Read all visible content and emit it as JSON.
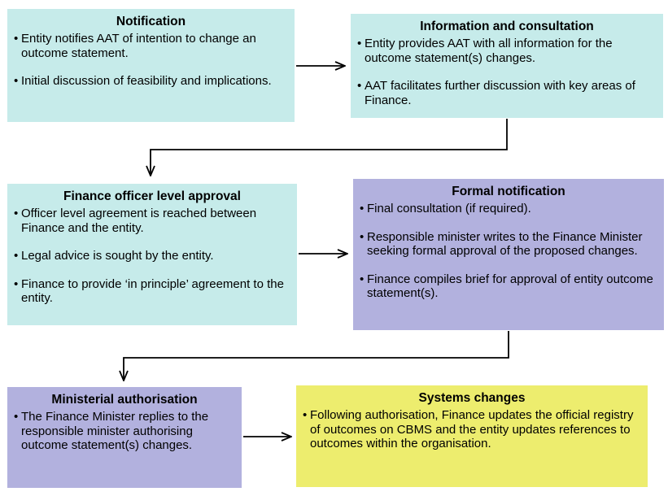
{
  "colors": {
    "teal": "#c6ebea",
    "lavender": "#b2b1de",
    "yellow": "#eded6e",
    "arrow": "#000000"
  },
  "boxes": [
    {
      "id": "notification",
      "title": "Notification",
      "color": "teal",
      "bullets": [
        "Entity notifies AAT of intention to change an outcome statement.",
        "Initial discussion of feasibility and implications."
      ]
    },
    {
      "id": "information-consultation",
      "title": "Information and consultation",
      "color": "teal",
      "bullets": [
        "Entity provides AAT with all information for the outcome statement(s) changes.",
        "AAT facilitates further discussion with key areas of Finance."
      ]
    },
    {
      "id": "finance-officer-approval",
      "title": "Finance officer level approval",
      "color": "teal",
      "bullets": [
        "Officer level agreement is reached between Finance and the entity.",
        "Legal advice is sought by the entity.",
        "Finance to provide ‘in principle’ agreement to the entity."
      ]
    },
    {
      "id": "formal-notification",
      "title": "Formal notification",
      "color": "lavender",
      "bullets": [
        "Final consultation (if required).",
        "Responsible minister writes to the Finance Minister seeking formal approval of the proposed changes.",
        "Finance compiles brief for approval of entity outcome statement(s)."
      ]
    },
    {
      "id": "ministerial-authorisation",
      "title": "Ministerial authorisation",
      "color": "lavender",
      "bullets": [
        "The Finance Minister replies to the responsible minister authorising outcome statement(s) changes."
      ]
    },
    {
      "id": "systems-changes",
      "title": "Systems changes",
      "color": "yellow",
      "bullets": [
        "Following authorisation, Finance updates the official registry of outcomes on CBMS and the entity updates references to outcomes within the organisation."
      ]
    }
  ]
}
